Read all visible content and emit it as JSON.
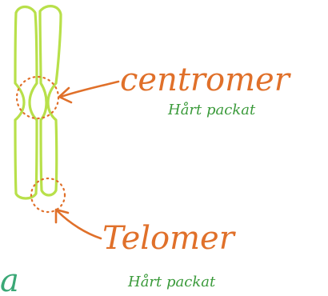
{
  "labels": {
    "centromere": "centromer",
    "centromere_note": "Hårt packat",
    "telomere": "Telomer",
    "telomere_note": "Hårt packat",
    "panel": "a"
  },
  "colors": {
    "chromosome": "#b8e04a",
    "marker": "#e0702a",
    "note": "#3a9a3a",
    "panel_letter": "#3aa876"
  }
}
